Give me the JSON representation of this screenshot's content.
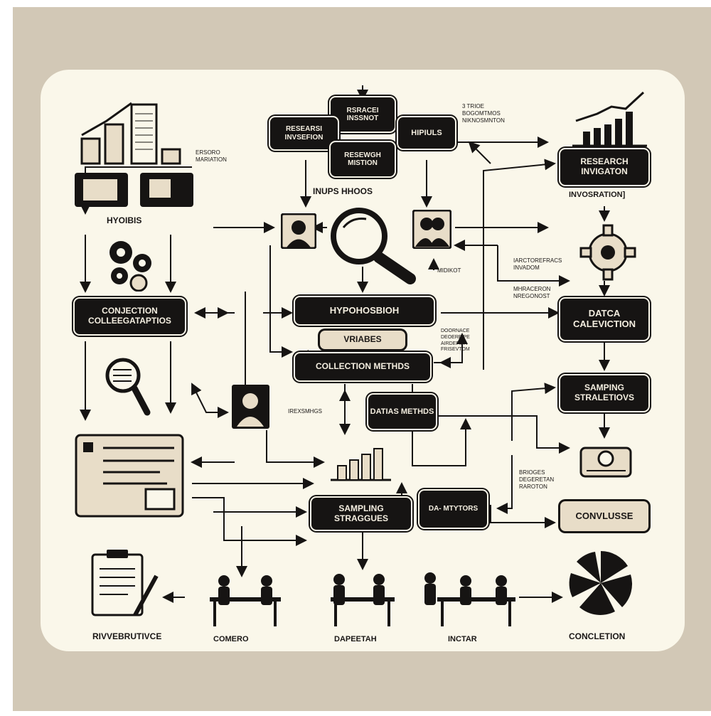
{
  "boxes": {
    "research_insight": "RSRACEI INSSNOT",
    "research_invsfion": "RESEARSI INVSEFION",
    "hipiuls": "HIPIULS",
    "research_mistion": "RESEWGH MISTION",
    "research_invigaton": "RESEARCH INVIGATON",
    "connection_collect": "CONJECTION COLLEEGATAPTIOS",
    "hyphohsbioh": "HYPOHOSBIOH",
    "vriabes": "VRIABES",
    "collection_methods": "COLLECTION METHDS",
    "datica_calevtion": "DATCA CALEVICTION",
    "datias_methds": "DATIAS METHDS",
    "samping_straletiovs": "SAMPING STRALETIOVS",
    "sampling_straggues": "SAMPLING STRAGGUES",
    "da_mtytors": "DA- MTYTORS",
    "conclusse": "CONVLUSSE"
  },
  "labels": {
    "ersoro_mariation": "ERSORO\nMARIATION",
    "hyoibis": "HYOIBIS",
    "nups_hioos": "INUPS HHOOS",
    "trioe_bogomnoe": "3 TRIOE\nBOGOMTMOS\nNIKNOSMNTON",
    "invosration": "INVOSRATION]",
    "moidkot": "MIDIKOT",
    "iarctore_invadom": "IARCTOREFRACS\nINVADOM",
    "mhraceron_nregonost": "MHRACERON\nNREGONOST",
    "doornace_deoereipe": "DOORNACE\nDEOEREIPE\nAIRDEPIPA\nFRISEVTOM",
    "irexsmhgs": "IREXSMHGS",
    "brioges_degeretan": "BRIOGES\nDEGERETAN\nRAROTON",
    "rvvebrutivce": "RIVVEBRUTIVCE",
    "comero": "COMERO",
    "dapeetah": "DAPEETAH",
    "inctar": "INCTAR",
    "concletion": "CONCLETION"
  },
  "icons": [
    "bar-chart-icon",
    "monitor-icon",
    "document-icon",
    "gears-icon",
    "magnifier-icon",
    "person-icon",
    "people-icon",
    "gear-icon",
    "line-chart-icon",
    "server-icon",
    "clipboard-icon",
    "meeting-icon",
    "pie-icon"
  ],
  "colors": {
    "frame": "#d2c8b6",
    "panel": "#faf7ea",
    "ink": "#161413",
    "tan": "#e8ddc8"
  }
}
